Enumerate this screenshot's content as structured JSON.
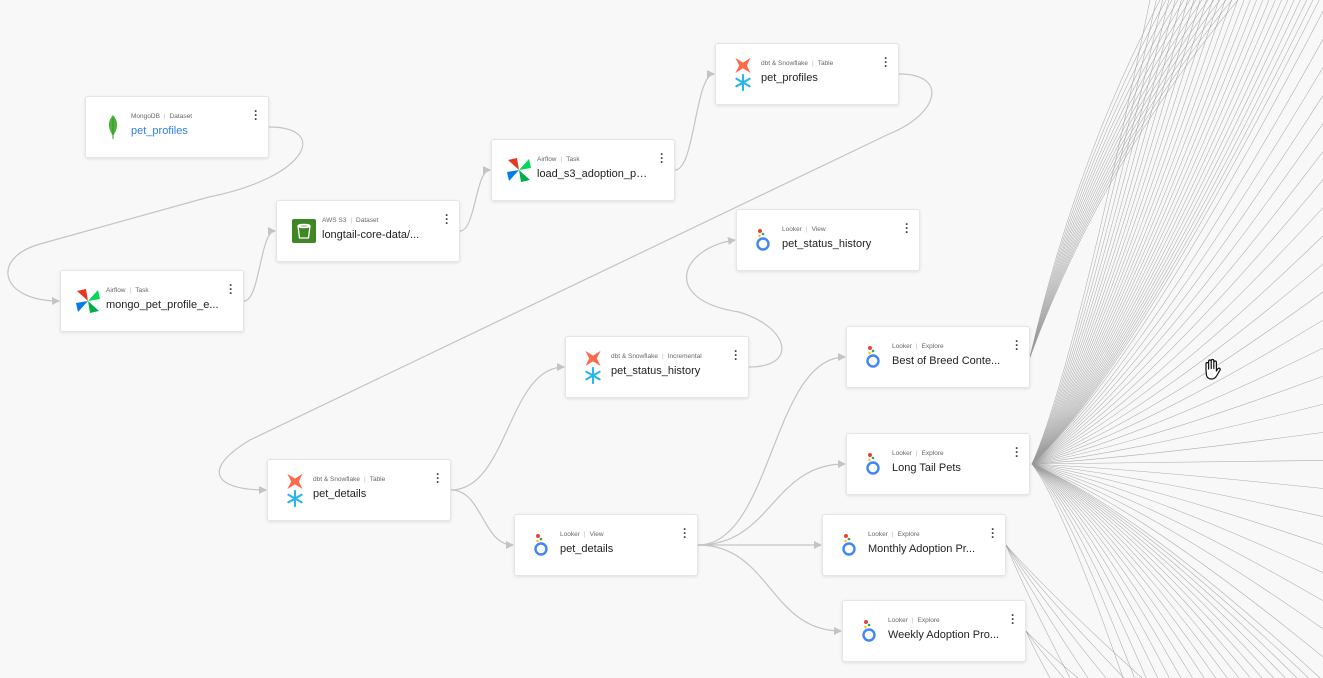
{
  "nodes": [
    {
      "id": "n1",
      "type": "mongodb",
      "source": "MongoDB",
      "kind": "Dataset",
      "label": "pet_profiles",
      "link": true
    },
    {
      "id": "n2",
      "type": "airflow",
      "source": "Airflow",
      "kind": "Task",
      "label": "mongo_pet_profile_e..."
    },
    {
      "id": "n3",
      "type": "s3",
      "source": "AWS S3",
      "kind": "Dataset",
      "label": "longtail-core-data/..."
    },
    {
      "id": "n4",
      "type": "airflow",
      "source": "Airflow",
      "kind": "Task",
      "label": "load_s3_adoption_pe..."
    },
    {
      "id": "n5",
      "type": "dbt",
      "source": "dbt & Snowflake",
      "kind": "Table",
      "label": "pet_profiles"
    },
    {
      "id": "n6",
      "type": "looker",
      "source": "Looker",
      "kind": "View",
      "label": "pet_status_history"
    },
    {
      "id": "n7",
      "type": "dbt",
      "source": "dbt & Snowflake",
      "kind": "Incremental",
      "label": "pet_status_history"
    },
    {
      "id": "n8",
      "type": "dbt",
      "source": "dbt & Snowflake",
      "kind": "Table",
      "label": "pet_details"
    },
    {
      "id": "n9",
      "type": "looker",
      "source": "Looker",
      "kind": "View",
      "label": "pet_details"
    },
    {
      "id": "n10",
      "type": "looker",
      "source": "Looker",
      "kind": "Explore",
      "label": "Best of Breed Conte..."
    },
    {
      "id": "n11",
      "type": "looker",
      "source": "Looker",
      "kind": "Explore",
      "label": "Long Tail Pets"
    },
    {
      "id": "n12",
      "type": "looker",
      "source": "Looker",
      "kind": "Explore",
      "label": "Monthly Adoption Pr..."
    },
    {
      "id": "n13",
      "type": "looker",
      "source": "Looker",
      "kind": "Explore",
      "label": "Weekly Adoption Pro..."
    }
  ],
  "colors": {
    "edge": "#c4c4c4",
    "fan": "#9a9a9a",
    "link": "#2f80ed",
    "mongodb": "#4db33d",
    "s3": "#3f8624",
    "dbt": "#ff694b",
    "snowflake": "#29b5e8",
    "airflow_red": "#e43921",
    "airflow_green": "#00ad46",
    "airflow_blue": "#017cee",
    "airflow_teal": "#04d659"
  },
  "icons": {
    "mongodb": "leaf-icon",
    "airflow": "pinwheel-icon",
    "s3": "bucket-icon",
    "dbt": "dbt-snowflake-icon",
    "looker": "looker-icon",
    "cursor": "grab-hand-icon"
  }
}
